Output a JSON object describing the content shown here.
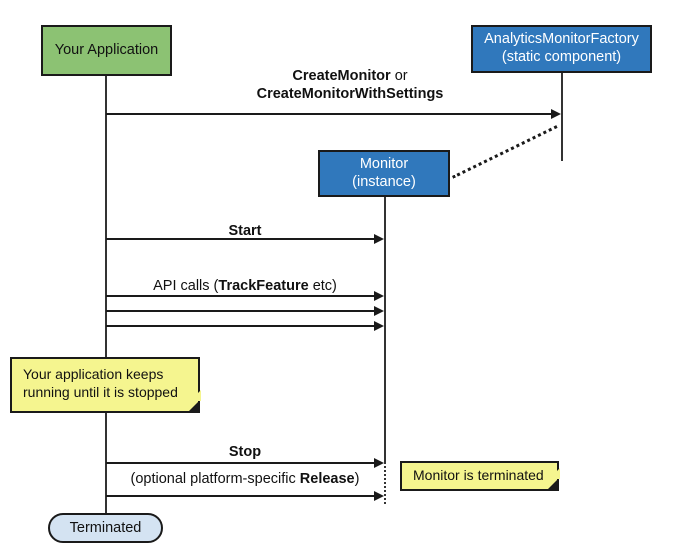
{
  "diagram": {
    "title": "Analytics Monitor sequence diagram",
    "colors": {
      "application_fill": "#8CC273",
      "component_fill": "#3078BC",
      "note_fill": "#F5F58F",
      "terminal_fill": "#D4E3F2",
      "stroke": "#1a1a1a"
    },
    "participants": {
      "application": {
        "label": "Your Application"
      },
      "factory": {
        "line1": "AnalyticsMonitorFactory",
        "line2": "(static component)"
      },
      "monitor": {
        "line1": "Monitor",
        "line2": "(instance)"
      }
    },
    "messages": {
      "create": {
        "line1_bold": "CreateMonitor",
        "line1_plain": " or",
        "line2_bold": "CreateMonitorWithSettings"
      },
      "start": {
        "label": "Start"
      },
      "api_calls": {
        "prefix": "API calls (",
        "bold": "TrackFeature",
        "suffix": " etc)"
      },
      "stop": {
        "label": "Stop"
      },
      "release": {
        "prefix": "(optional platform-specific ",
        "bold": "Release",
        "suffix": ")"
      }
    },
    "notes": {
      "app_running": "Your application keeps\nrunning until it is stopped",
      "monitor_terminated": "Monitor is terminated"
    },
    "terminal": {
      "label": "Terminated"
    }
  }
}
